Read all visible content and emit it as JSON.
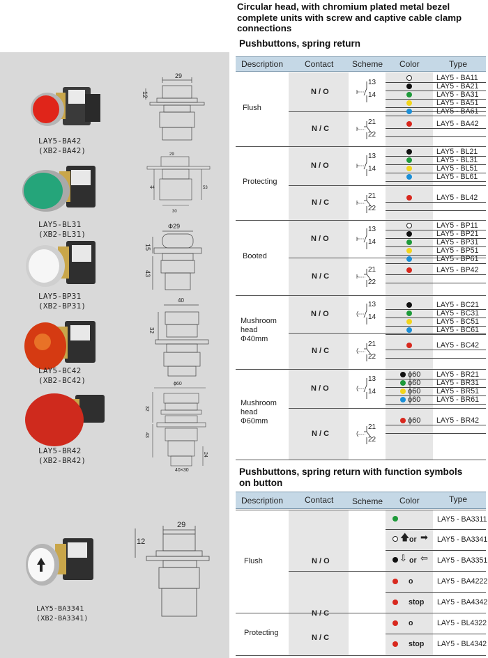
{
  "heading": "Circular head, with chromium plated metal bezel complete units with screw and captive cable clamp connections",
  "table1": {
    "title": "Pushbuttons, spring return",
    "headers": [
      "Description",
      "Contact",
      "Scheme",
      "Color",
      "Type"
    ],
    "groups": [
      {
        "desc": "Flush",
        "no": "N / O",
        "nc": "N / C",
        "no_types": [
          "LAY5 - BA11",
          "LAY5 - BA21",
          "LAY5 - BA31",
          "LAY5 - BA51",
          "LAY5 - BA61"
        ],
        "nc_types": [
          "LAY5 - BA42"
        ]
      },
      {
        "desc": "Protecting",
        "no": "N / O",
        "nc": "N / C",
        "no_types": [
          "LAY5 - BL21",
          "LAY5 - BL31",
          "LAY5 - BL51",
          "LAY5 - BL61"
        ],
        "nc_types": [
          "LAY5 - BL42"
        ]
      },
      {
        "desc": "Booted",
        "no": "N / O",
        "nc": "N / C",
        "no_types": [
          "LAY5 - BP11",
          "LAY5 - BP21",
          "LAY5 - BP31",
          "LAY5 - BP51",
          "LAY5 - BP61"
        ],
        "nc_types": [
          "LAY5 - BP42"
        ]
      },
      {
        "desc1": "Mushroom",
        "desc2": "head",
        "desc3": "Φ40mm",
        "no": "N / O",
        "nc": "N / C",
        "no_types": [
          "LAY5 - BC21",
          "LAY5 - BC31",
          "LAY5 - BC51",
          "LAY5 - BC61"
        ],
        "nc_types": [
          "LAY5 - BC42"
        ]
      },
      {
        "desc1": "Mushroom",
        "desc2": "head",
        "desc3": "Φ60mm",
        "no": "N / O",
        "nc": "N / C",
        "no_types": [
          "LAY5 - BR21",
          "LAY5 - BR31",
          "LAY5 - BR51",
          "LAY5 - BR61"
        ],
        "nc_types": [
          "LAY5 - BR42"
        ],
        "phi": "ϕ60"
      }
    ],
    "scheme_no": {
      "a": "13",
      "b": "14"
    },
    "scheme_nc": {
      "a": "21",
      "b": "22"
    }
  },
  "table2": {
    "title_line1": "Pushbuttons, spring return with function symbols",
    "title_line2": "on button",
    "headers": [
      "Description",
      "Contact",
      "Scheme",
      "Color",
      "Type"
    ],
    "flush": "Flush",
    "protecting": "Protecting",
    "no": "N / O",
    "nc": "N / C",
    "nc2": "N / C",
    "or": "or",
    "o": "o",
    "stop": "stop",
    "types": [
      "LAY5 - BA3311",
      "LAY5 - BA3341",
      "LAY5 - BA3351",
      "LAY5 - BA4222",
      "LAY5 - BA4342",
      "LAY5 - BL4322",
      "LAY5 - BL4342"
    ]
  },
  "products": [
    {
      "name": "LAY5-BA42",
      "alt": "(XB2-BA42)"
    },
    {
      "name": "LAY5-BL31",
      "alt": "(XB2-BL31)"
    },
    {
      "name": "LAY5-BP31",
      "alt": "(XB2-BP31)"
    },
    {
      "name": "LAY5-BC42",
      "alt": "(XB2-BC42)"
    },
    {
      "name": "LAY5-BR42",
      "alt": "(XB2-BR42)"
    },
    {
      "name": "LAY5-BA3341",
      "alt": "(XB2-BA3341)"
    }
  ],
  "dims": {
    "d1w": "29",
    "d1h": "12",
    "d2a": "29",
    "d2b": "44",
    "d2c": "53",
    "d2d": "30",
    "d3w": "Φ29",
    "d3h1": "15",
    "d3h2": "43",
    "d4w": "40",
    "d4h": "32",
    "d5w": "ϕ60",
    "d5h1": "32",
    "d5h2": "43",
    "d5h3": "24",
    "d5b": "40×30",
    "d6w": "29",
    "d6h": "12"
  },
  "colors": {
    "white": "#ffffff",
    "black": "#111111",
    "green": "#1e9a3a",
    "yellow": "#f2d51a",
    "blue": "#1a8fd8",
    "red": "#d8281e"
  }
}
